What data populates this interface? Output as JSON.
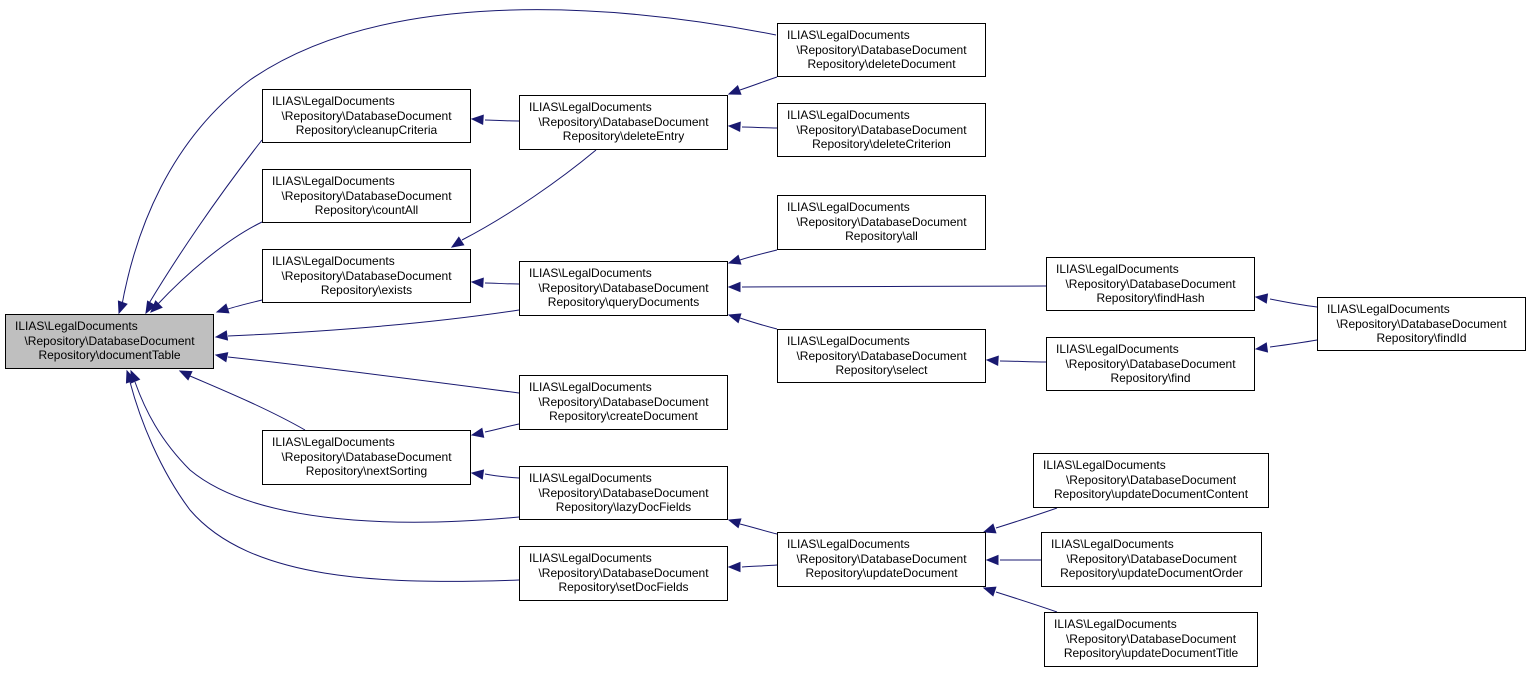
{
  "colors": {
    "edge": "#191970",
    "root_fill": "#bfbfbf",
    "node_fill": "#ffffff",
    "node_border": "#000000"
  },
  "nodes": [
    {
      "id": "documentTable",
      "root": true,
      "lines": [
        "ILIAS\\LegalDocuments",
        "\\Repository\\DatabaseDocument",
        "Repository\\documentTable"
      ]
    },
    {
      "id": "cleanupCriteria",
      "lines": [
        "ILIAS\\LegalDocuments",
        "\\Repository\\DatabaseDocument",
        "Repository\\cleanupCriteria"
      ]
    },
    {
      "id": "countAll",
      "lines": [
        "ILIAS\\LegalDocuments",
        "\\Repository\\DatabaseDocument",
        "Repository\\countAll"
      ]
    },
    {
      "id": "exists",
      "lines": [
        "ILIAS\\LegalDocuments",
        "\\Repository\\DatabaseDocument",
        "Repository\\exists"
      ]
    },
    {
      "id": "nextSorting",
      "lines": [
        "ILIAS\\LegalDocuments",
        "\\Repository\\DatabaseDocument",
        "Repository\\nextSorting"
      ]
    },
    {
      "id": "deleteEntry",
      "lines": [
        "ILIAS\\LegalDocuments",
        "\\Repository\\DatabaseDocument",
        "Repository\\deleteEntry"
      ]
    },
    {
      "id": "queryDocuments",
      "lines": [
        "ILIAS\\LegalDocuments",
        "\\Repository\\DatabaseDocument",
        "Repository\\queryDocuments"
      ]
    },
    {
      "id": "createDocument",
      "lines": [
        "ILIAS\\LegalDocuments",
        "\\Repository\\DatabaseDocument",
        "Repository\\createDocument"
      ]
    },
    {
      "id": "lazyDocFields",
      "lines": [
        "ILIAS\\LegalDocuments",
        "\\Repository\\DatabaseDocument",
        "Repository\\lazyDocFields"
      ]
    },
    {
      "id": "setDocFields",
      "lines": [
        "ILIAS\\LegalDocuments",
        "\\Repository\\DatabaseDocument",
        "Repository\\setDocFields"
      ]
    },
    {
      "id": "deleteDocument",
      "lines": [
        "ILIAS\\LegalDocuments",
        "\\Repository\\DatabaseDocument",
        "Repository\\deleteDocument"
      ]
    },
    {
      "id": "deleteCriterion",
      "lines": [
        "ILIAS\\LegalDocuments",
        "\\Repository\\DatabaseDocument",
        "Repository\\deleteCriterion"
      ]
    },
    {
      "id": "all",
      "lines": [
        "ILIAS\\LegalDocuments",
        "\\Repository\\DatabaseDocument",
        "Repository\\all"
      ]
    },
    {
      "id": "select",
      "lines": [
        "ILIAS\\LegalDocuments",
        "\\Repository\\DatabaseDocument",
        "Repository\\select"
      ]
    },
    {
      "id": "updateDocument",
      "lines": [
        "ILIAS\\LegalDocuments",
        "\\Repository\\DatabaseDocument",
        "Repository\\updateDocument"
      ]
    },
    {
      "id": "findHash",
      "lines": [
        "ILIAS\\LegalDocuments",
        "\\Repository\\DatabaseDocument",
        "Repository\\findHash"
      ]
    },
    {
      "id": "find",
      "lines": [
        "ILIAS\\LegalDocuments",
        "\\Repository\\DatabaseDocument",
        "Repository\\find"
      ]
    },
    {
      "id": "updateDocumentContent",
      "lines": [
        "ILIAS\\LegalDocuments",
        "\\Repository\\DatabaseDocument",
        "Repository\\updateDocumentContent"
      ]
    },
    {
      "id": "updateDocumentOrder",
      "lines": [
        "ILIAS\\LegalDocuments",
        "\\Repository\\DatabaseDocument",
        "Repository\\updateDocumentOrder"
      ]
    },
    {
      "id": "updateDocumentTitle",
      "lines": [
        "ILIAS\\LegalDocuments",
        "\\Repository\\DatabaseDocument",
        "Repository\\updateDocumentTitle"
      ]
    },
    {
      "id": "findId",
      "lines": [
        "ILIAS\\LegalDocuments",
        "\\Repository\\DatabaseDocument",
        "Repository\\findId"
      ]
    }
  ],
  "edges": [
    {
      "from": "deleteDocument",
      "to": "documentTable"
    },
    {
      "from": "cleanupCriteria",
      "to": "documentTable"
    },
    {
      "from": "countAll",
      "to": "documentTable"
    },
    {
      "from": "deleteEntry",
      "to": "exists"
    },
    {
      "from": "exists",
      "to": "documentTable"
    },
    {
      "from": "queryDocuments",
      "to": "documentTable"
    },
    {
      "from": "createDocument",
      "to": "documentTable"
    },
    {
      "from": "nextSorting",
      "to": "documentTable"
    },
    {
      "from": "lazyDocFields",
      "to": "documentTable"
    },
    {
      "from": "setDocFields",
      "to": "documentTable"
    },
    {
      "from": "deleteEntry",
      "to": "cleanupCriteria"
    },
    {
      "from": "queryDocuments",
      "to": "exists"
    },
    {
      "from": "createDocument",
      "to": "nextSorting"
    },
    {
      "from": "lazyDocFields",
      "to": "nextSorting"
    },
    {
      "from": "deleteDocument",
      "to": "deleteEntry"
    },
    {
      "from": "deleteCriterion",
      "to": "deleteEntry"
    },
    {
      "from": "all",
      "to": "queryDocuments"
    },
    {
      "from": "findHash",
      "to": "queryDocuments"
    },
    {
      "from": "select",
      "to": "queryDocuments"
    },
    {
      "from": "updateDocument",
      "to": "lazyDocFields"
    },
    {
      "from": "updateDocument",
      "to": "setDocFields"
    },
    {
      "from": "findId",
      "to": "findHash"
    },
    {
      "from": "find",
      "to": "select"
    },
    {
      "from": "findId",
      "to": "find"
    },
    {
      "from": "updateDocumentContent",
      "to": "updateDocument"
    },
    {
      "from": "updateDocumentOrder",
      "to": "updateDocument"
    },
    {
      "from": "updateDocumentTitle",
      "to": "updateDocument"
    }
  ]
}
